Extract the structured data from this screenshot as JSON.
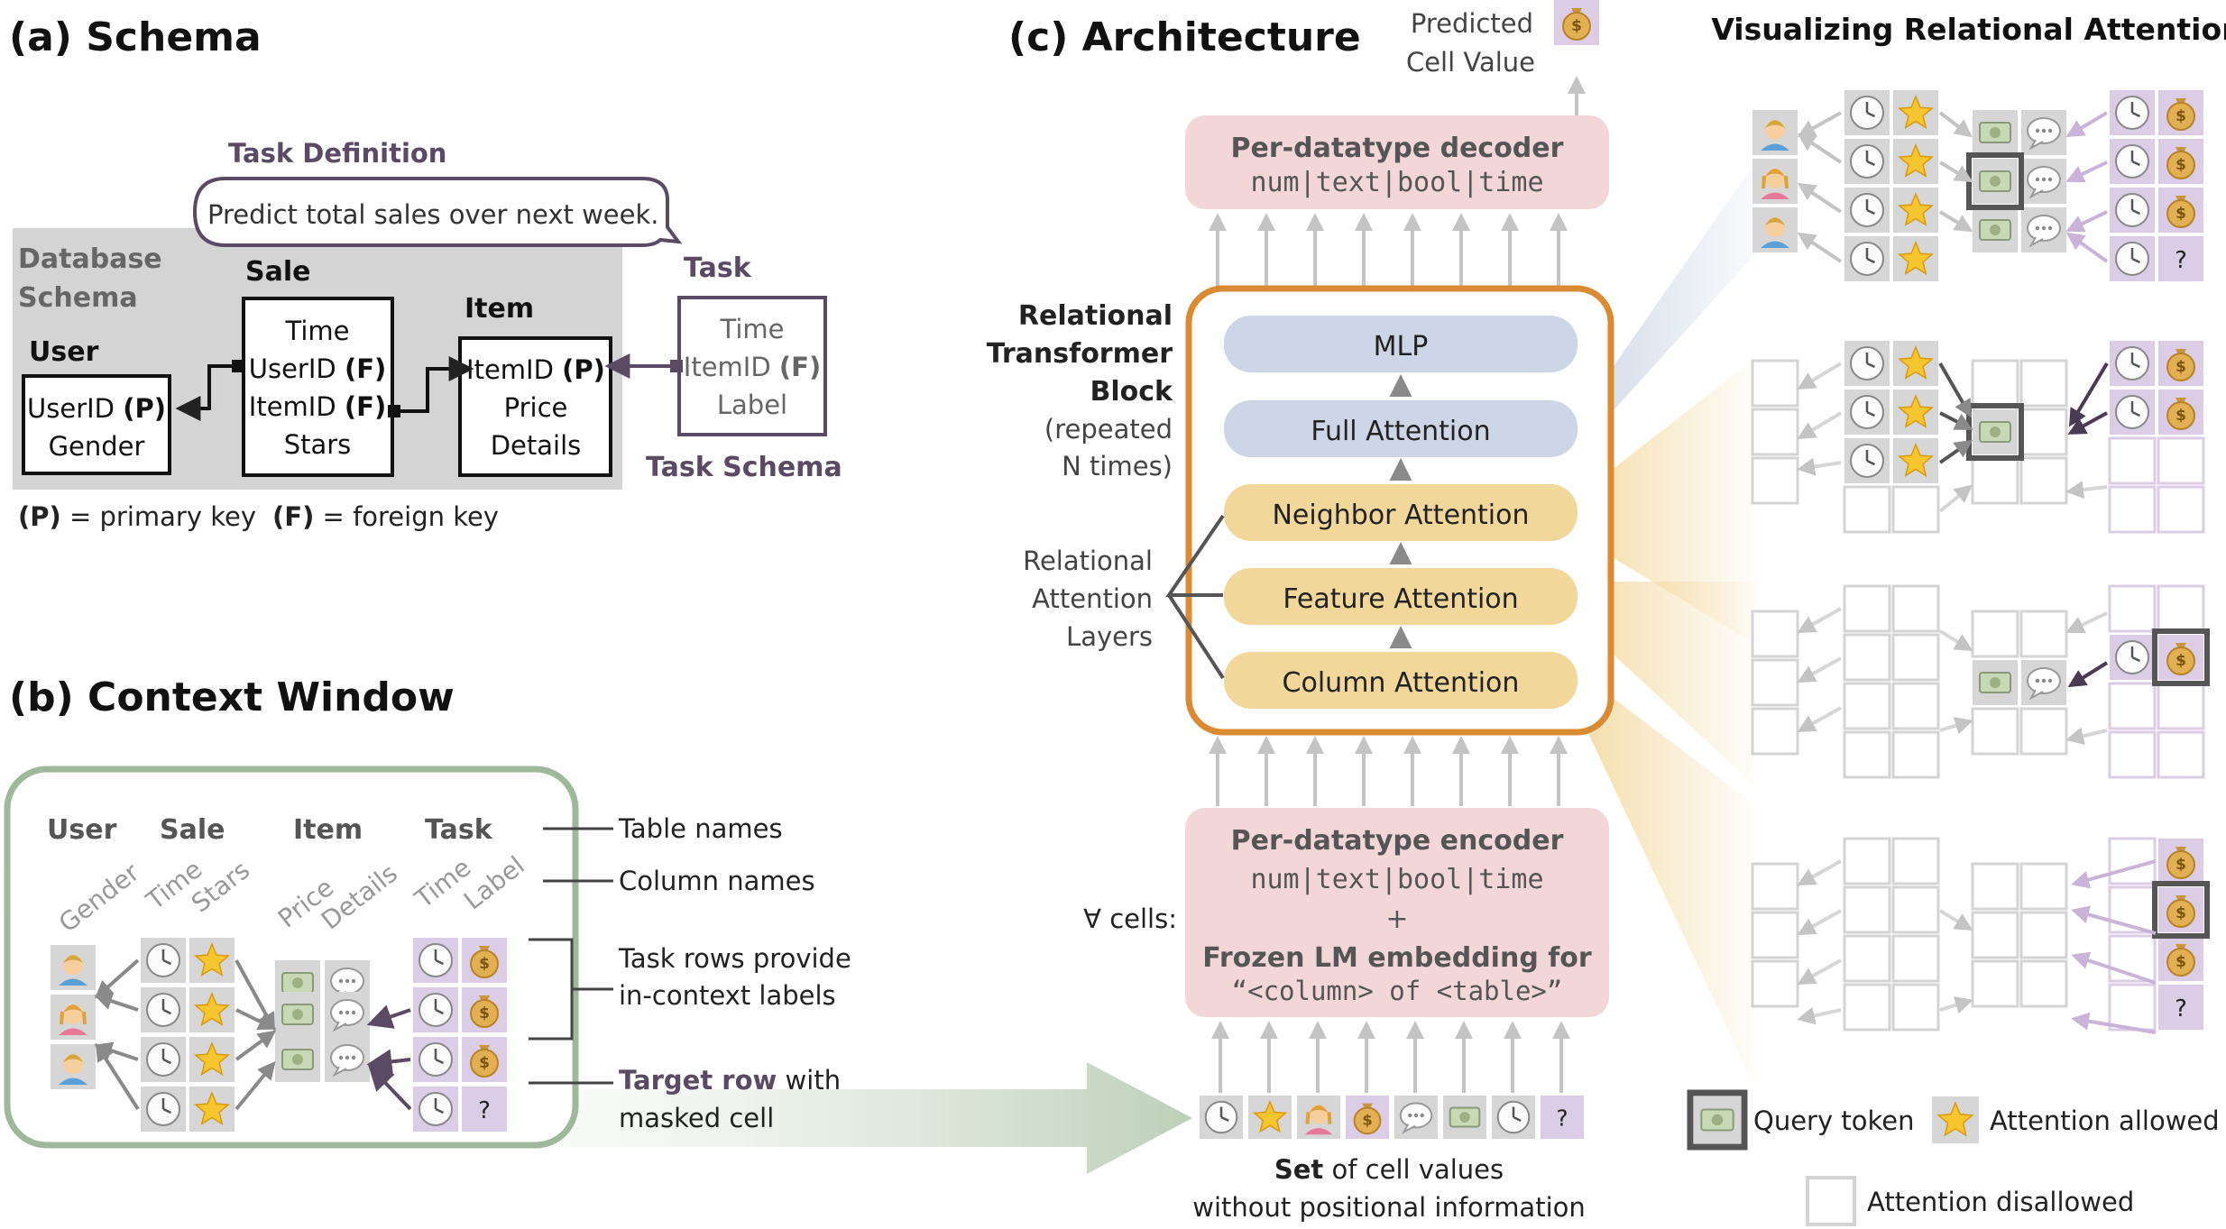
{
  "panel_a": {
    "title": "(a) Schema",
    "task_definition_label": "Task Definition",
    "task_definition_text": "Predict total sales over next week.",
    "database_schema_label_1": "Database",
    "database_schema_label_2": "Schema",
    "task_schema_label": "Task Schema",
    "tables": {
      "user": {
        "name": "User",
        "rows": [
          [
            "UserID ",
            "(P)"
          ],
          [
            "Gender",
            ""
          ]
        ]
      },
      "sale": {
        "name": "Sale",
        "rows": [
          [
            "Time",
            ""
          ],
          [
            "UserID ",
            "(F)"
          ],
          [
            "ItemID ",
            "(F)"
          ],
          [
            "Stars",
            ""
          ]
        ]
      },
      "item": {
        "name": "Item",
        "rows": [
          [
            "ItemID ",
            "(P)"
          ],
          [
            "Price",
            ""
          ],
          [
            "Details",
            ""
          ]
        ]
      },
      "task": {
        "name": "Task",
        "rows": [
          [
            "Time",
            ""
          ],
          [
            "ItemID ",
            "(F)"
          ],
          [
            "Label",
            ""
          ]
        ]
      }
    },
    "legend_primary_bold": "(P)",
    "legend_primary_text": " = primary key",
    "legend_foreign_bold": "(F)",
    "legend_foreign_text": " = foreign key"
  },
  "panel_b": {
    "title": "(b) Context Window",
    "table_headers": [
      "User",
      "Sale",
      "Item",
      "Task"
    ],
    "column_headers": [
      "Gender",
      "Time",
      "Stars",
      "Price",
      "Details",
      "Time",
      "Label"
    ],
    "callout_table_names": "Table names",
    "callout_column_names": "Column names",
    "callout_task_rows_1": "Task rows provide",
    "callout_task_rows_2": "in-context labels",
    "callout_target_bold": "Target row",
    "callout_target_rest": " with",
    "callout_target_2": "masked cell",
    "mask_symbol": "?"
  },
  "panel_c": {
    "title": "(c) Architecture",
    "predicted_1": "Predicted",
    "predicted_2": "Cell Value",
    "decoder_title": "Per-datatype decoder",
    "decoder_types": "num|text|bool|time",
    "block_label": [
      "Relational",
      "Transformer",
      "Block"
    ],
    "block_repeat": [
      "(repeated",
      "N times)"
    ],
    "layers_label": [
      "Relational",
      "Attention",
      "Layers"
    ],
    "layers": [
      "MLP",
      "Full Attention",
      "Neighbor Attention",
      "Feature Attention",
      "Column Attention"
    ],
    "encoder_title": "Per-datatype encoder",
    "encoder_types": "num|text|bool|time",
    "encoder_plus": "+",
    "encoder_lm": "Frozen LM embedding for",
    "encoder_template": "“<column> of <table>”",
    "forall": "∀ cells:",
    "set_bold": "Set",
    "set_rest": " of cell values",
    "set_2": "without positional information",
    "mask_symbol": "?"
  },
  "panel_v": {
    "title": "Visualizing Relational Attention",
    "legend_query": "Query token",
    "legend_allowed": "Attention allowed",
    "legend_disallowed": "Attention disallowed",
    "mask_symbol": "?"
  },
  "colors": {
    "schema_bg": "#d4d4d4",
    "task_purple": "#5b4a63",
    "context_green": "#9fb79a",
    "decoder_pink": "#f2d6d8",
    "block_orange": "#d98a32",
    "attn_blue": "#cdd6e6",
    "attn_yellow": "#f2d79b",
    "cell_gray": "#d6d6d6",
    "cell_purple": "#dccde6",
    "arrow_gray": "#c8c8c8"
  },
  "icons": [
    "person-man-icon",
    "person-woman-icon",
    "clock-icon",
    "star-icon",
    "money-bill-icon",
    "speech-bubble-icon",
    "money-bag-icon"
  ]
}
